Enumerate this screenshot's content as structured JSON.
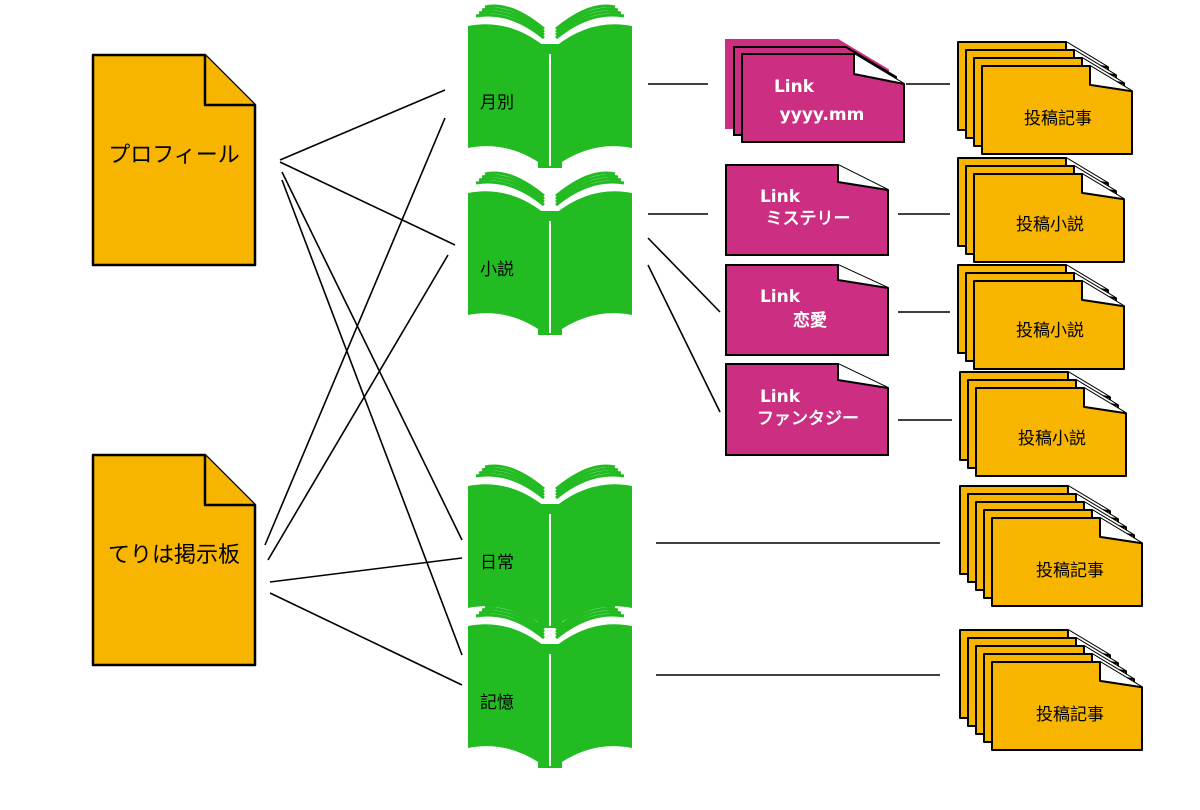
{
  "colors": {
    "doc": "#f7b500",
    "book": "#22bb22",
    "link": "#cc2e82",
    "post": "#f7b500",
    "line": "#000000"
  },
  "icons": {
    "document": "document-icon",
    "book": "open-book-icon",
    "link": "link-document-icon",
    "post": "stacked-documents-icon"
  },
  "documents": [
    {
      "id": "profile",
      "label": "プロフィール"
    },
    {
      "id": "board",
      "label": "てりは掲示板"
    }
  ],
  "books": [
    {
      "id": "monthly",
      "label": "月別"
    },
    {
      "id": "novel",
      "label": "小説"
    },
    {
      "id": "daily",
      "label": "日常"
    },
    {
      "id": "memory",
      "label": "記憶"
    }
  ],
  "links": [
    {
      "id": "link-yyyymm",
      "line1": "Link",
      "line2": "yyyy.mm"
    },
    {
      "id": "link-mystery",
      "line1": "Link",
      "line2": "ミステリー"
    },
    {
      "id": "link-romance",
      "line1": "Link",
      "line2": "恋愛"
    },
    {
      "id": "link-fantasy",
      "line1": "Link",
      "line2": "ファンタジー"
    }
  ],
  "posts": [
    {
      "id": "post-1",
      "label": "投稿記事"
    },
    {
      "id": "post-2",
      "label": "投稿小説"
    },
    {
      "id": "post-3",
      "label": "投稿小説"
    },
    {
      "id": "post-4",
      "label": "投稿小説"
    },
    {
      "id": "post-5",
      "label": "投稿記事"
    },
    {
      "id": "post-6",
      "label": "投稿記事"
    }
  ]
}
